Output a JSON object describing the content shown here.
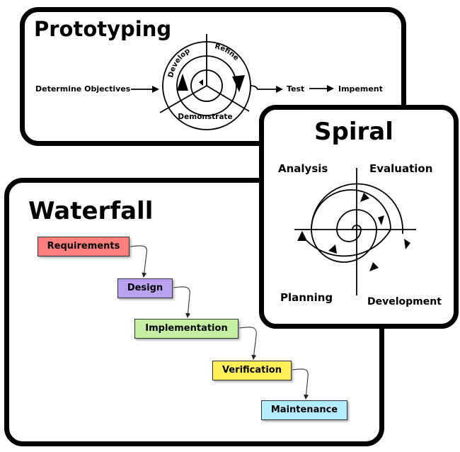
{
  "prototyping": {
    "title": "Prototyping",
    "input": "Determine Objectives",
    "cycle": [
      "Develop",
      "Refine",
      "Demonstrate"
    ],
    "outputs": [
      "Test",
      "Impement"
    ]
  },
  "spiral": {
    "title": "Spiral",
    "quadrants": {
      "top_left": "Analysis",
      "top_right": "Evaluation",
      "bottom_left": "Planning",
      "bottom_right": "Development"
    }
  },
  "waterfall": {
    "title": "Waterfall",
    "stages": [
      {
        "label": "Requirements",
        "color": "#ff7f7f"
      },
      {
        "label": "Design",
        "color": "#b9a3f0"
      },
      {
        "label": "Implementation",
        "color": "#c5f0a4"
      },
      {
        "label": "Verification",
        "color": "#fff058"
      },
      {
        "label": "Maintenance",
        "color": "#b3ecff"
      }
    ]
  }
}
